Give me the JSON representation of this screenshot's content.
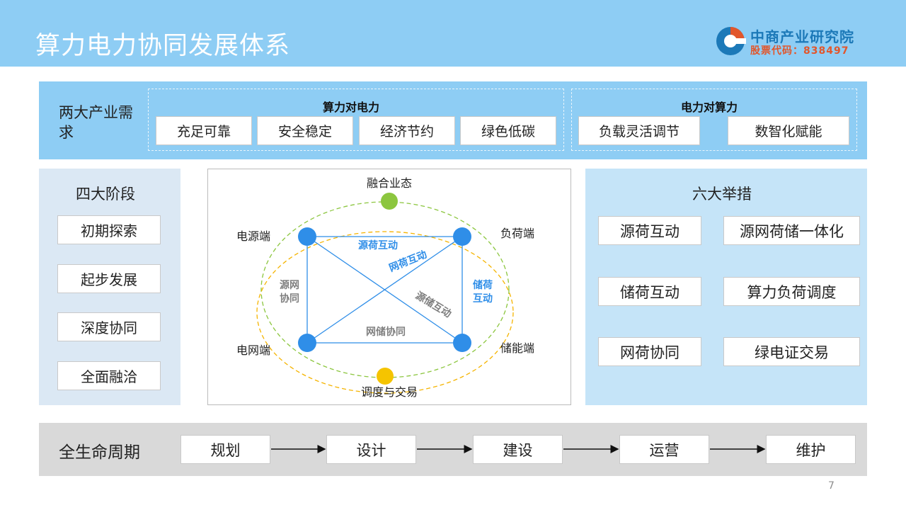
{
  "header": {
    "title": "算力电力协同发展体系",
    "logo": {
      "name": "中商产业研究院",
      "stock": "股票代码：838497",
      "colors": {
        "blue": "#1c79b8",
        "orange": "#e2562b"
      }
    }
  },
  "demand": {
    "label": "两大产业需求",
    "group_a": {
      "title": "算力对电力",
      "items": [
        "充足可靠",
        "安全稳定",
        "经济节约",
        "绿色低碳"
      ]
    },
    "group_b": {
      "title": "电力对算力",
      "items": [
        "负载灵活调节",
        "数智化赋能"
      ]
    }
  },
  "stages": {
    "title": "四大阶段",
    "items": [
      "初期探索",
      "起步发展",
      "深度协同",
      "全面融洽"
    ]
  },
  "diagram": {
    "nodes": {
      "top": "融合业态",
      "bottom": "调度与交易",
      "top_left": "电源端",
      "top_right": "负荷端",
      "bottom_left": "电网端",
      "bottom_right": "储能端"
    },
    "edges": {
      "top": "源荷互动",
      "diagonal_a": "网荷互动",
      "diagonal_b": "源储互动",
      "left": "源网协同",
      "right": "储荷互动",
      "bottom": "网储协同"
    },
    "colors": {
      "node": "#2f8ee8",
      "line": "#2f8ee8",
      "top_dot": "#8cc63f",
      "bottom_dot": "#f5c400",
      "outer_ring": "#8cc63f",
      "inner_ring": "#f5b400",
      "blue_label": "#2f8ee8",
      "gray_label": "#7f7f7f"
    }
  },
  "measures": {
    "title": "六大举措",
    "items": [
      "源荷互动",
      "源网荷储一体化",
      "储荷互动",
      "算力负荷调度",
      "网荷协同",
      "绿电证交易"
    ]
  },
  "lifecycle": {
    "label": "全生命周期",
    "steps": [
      "规划",
      "设计",
      "建设",
      "运营",
      "维护"
    ]
  },
  "page_number": "7"
}
